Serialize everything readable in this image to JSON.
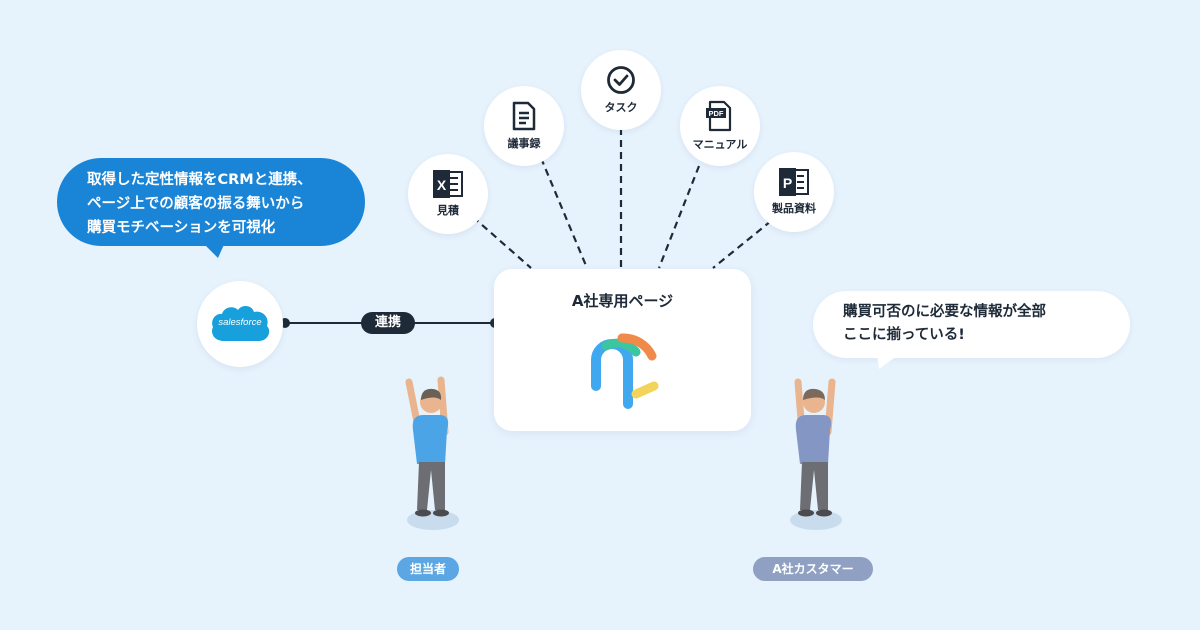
{
  "bubbles": {
    "left_lines": [
      "取得した定性情報をCRMと連携、",
      "ページ上での顧客の振る舞いから",
      "購買モチベーションを可視化"
    ],
    "right_lines": [
      "購買可否のに必要な情報が全部",
      "ここに揃っている!"
    ]
  },
  "salesforce": {
    "logo_text": "salesforce"
  },
  "link_label": "連携",
  "central_page": {
    "title": "A社専用ページ"
  },
  "items": [
    {
      "label": "見積",
      "icon": "excel-icon"
    },
    {
      "label": "議事録",
      "icon": "document-icon"
    },
    {
      "label": "タスク",
      "icon": "check-icon"
    },
    {
      "label": "マニュアル",
      "icon": "pdf-icon"
    },
    {
      "label": "製品資料",
      "icon": "powerpoint-icon"
    }
  ],
  "roles": {
    "staff": "担当者",
    "customer": "A社カスタマー"
  },
  "colors": {
    "background": "#e6f2fc",
    "accent_blue": "#1a84d6",
    "dark": "#1e2a38",
    "salesforce": "#17a0db",
    "role_staff": "#5ba6e3",
    "role_customer": "#8fa0c2"
  }
}
